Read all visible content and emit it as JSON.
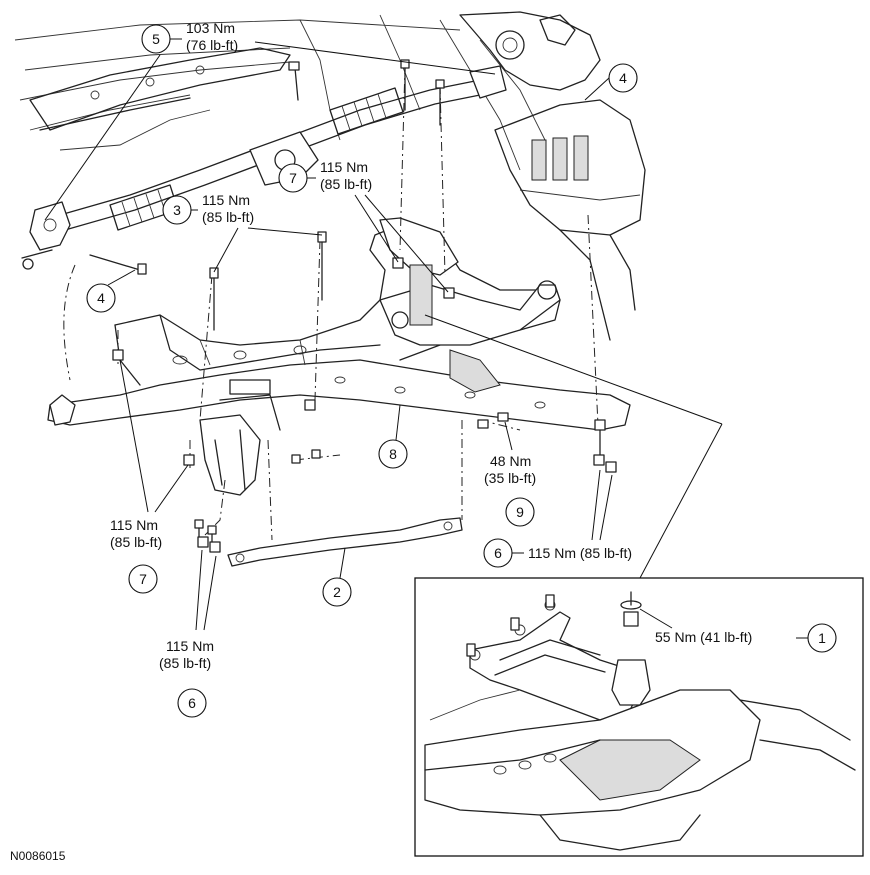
{
  "callouts": [
    {
      "id": "c1",
      "number": "1",
      "torque": "55 Nm (41 lb-ft)"
    },
    {
      "id": "c2",
      "number": "2"
    },
    {
      "id": "c3",
      "number": "3",
      "torque_nm": "115 Nm",
      "torque_lbft": "(85 lb-ft)"
    },
    {
      "id": "c4a",
      "number": "4"
    },
    {
      "id": "c4b",
      "number": "4"
    },
    {
      "id": "c5",
      "number": "5",
      "torque_nm": "103 Nm",
      "torque_lbft": "(76 lb-ft)"
    },
    {
      "id": "c6a",
      "number": "6",
      "torque": "115 Nm (85 lb-ft)"
    },
    {
      "id": "c6b",
      "number": "6",
      "torque_nm": "115 Nm",
      "torque_lbft": "(85 lb-ft)"
    },
    {
      "id": "c7a",
      "number": "7",
      "torque_nm": "115 Nm",
      "torque_lbft": "(85 lb-ft)"
    },
    {
      "id": "c7b",
      "number": "7",
      "torque_nm": "115 Nm",
      "torque_lbft": "(85 lb-ft)"
    },
    {
      "id": "c8",
      "number": "8"
    },
    {
      "id": "c9",
      "number": "9",
      "torque_nm": "48 Nm",
      "torque_lbft": "(35 lb-ft)"
    }
  ],
  "figure_id": "N0086015"
}
